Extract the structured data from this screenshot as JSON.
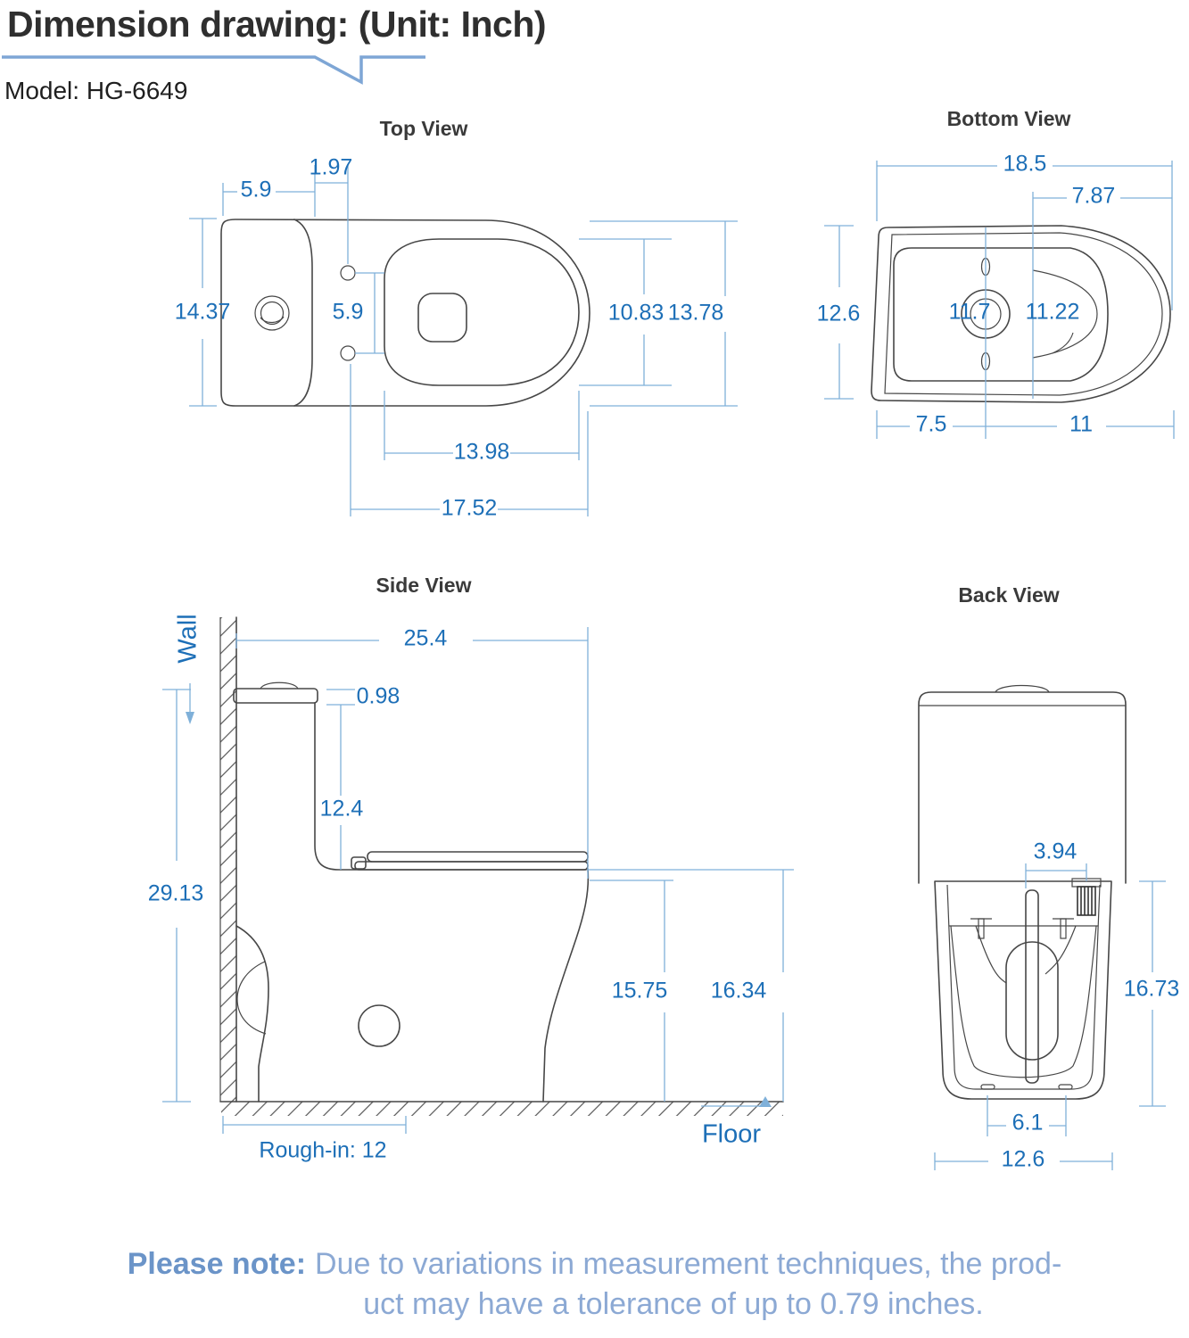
{
  "header": {
    "title": "Dimension drawing: (Unit: Inch)",
    "model": "Model: HG-6649"
  },
  "views": {
    "top": {
      "title": "Top View",
      "dims": {
        "tank_width": "5.9",
        "hole_offset": "1.97",
        "overall_width": "14.37",
        "hole_spacing": "5.9",
        "inner_seat_width": "10.83",
        "outer_seat_width": "13.78",
        "inner_bowl_length": "13.98",
        "seat_length": "17.52"
      }
    },
    "bottom": {
      "title": "Bottom View",
      "dims": {
        "overall_length": "18.5",
        "front_section": "7.87",
        "overall_width": "12.6",
        "drain_left": "11.7",
        "drain_right": "11.22",
        "rear_base": "7.5",
        "front_base": "11"
      }
    },
    "side": {
      "title": "Side View",
      "wall_label": "Wall",
      "floor_label": "Floor",
      "rough_in_label": "Rough-in: 12",
      "dims": {
        "depth": "25.4",
        "lid_thickness": "0.98",
        "tank_height": "12.4",
        "overall_height": "29.13",
        "rim_height": "15.75",
        "seat_height": "16.34"
      }
    },
    "back": {
      "title": "Back View",
      "dims": {
        "valve_offset": "3.94",
        "base_height": "16.73",
        "bolt_spacing": "6.1",
        "base_width": "12.6"
      }
    }
  },
  "note": {
    "lead": "Please note:",
    "line1_rest": "Due to variations in measurement techniques, the prod-",
    "line2": "uct may have a tolerance of up to 0.79 inches."
  },
  "colors": {
    "outline": "#474747",
    "dim_line": "#7FB0D9",
    "dim_text": "#1D6FB7",
    "title_text": "#2F2F2F",
    "flourish": "#7EA6D5",
    "note_lead": "#6B94C8",
    "note_body": "#8CA9D4"
  }
}
